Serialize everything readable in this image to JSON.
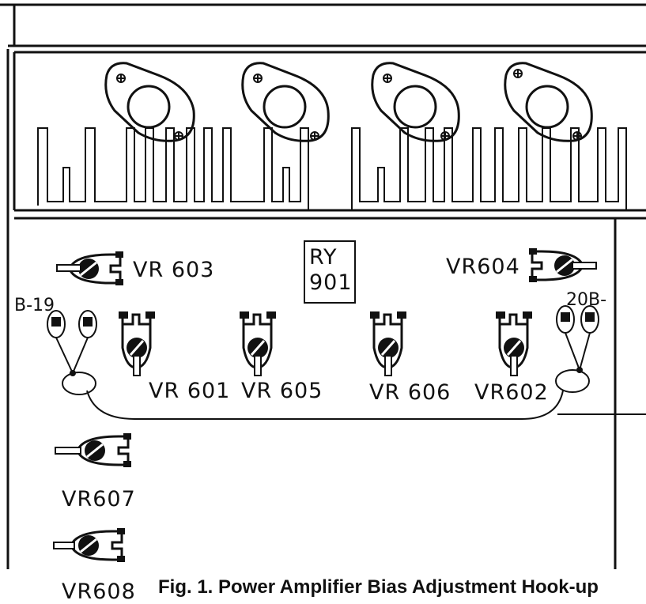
{
  "labels": {
    "vr603": "VR 603",
    "vr604": "VR604",
    "vr601": "VR 601",
    "vr605": "VR 605",
    "vr606": "VR 606",
    "vr602": "VR602",
    "vr607": "VR607",
    "vr608": "VR608",
    "ry_line1": "RY",
    "ry_line2": "901",
    "b19": "B-19",
    "b20": "20B-"
  },
  "caption": "Fig. 1. Power Amplifier Bias Adjustment Hook-up"
}
